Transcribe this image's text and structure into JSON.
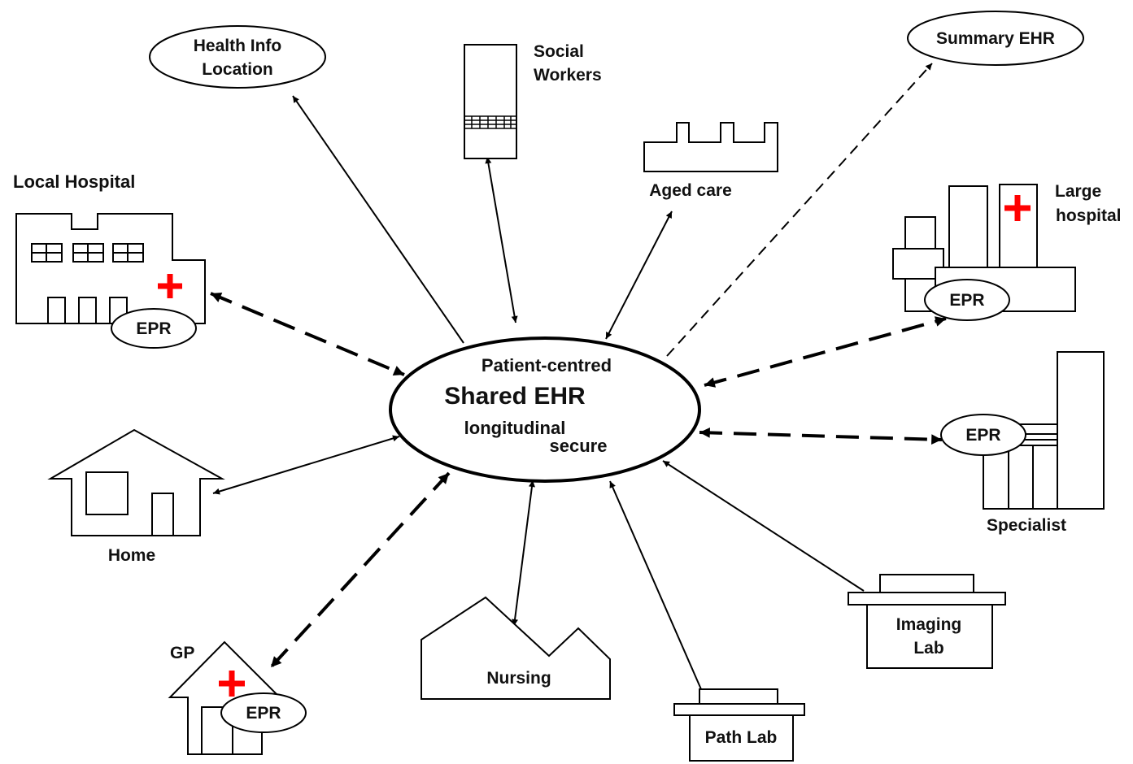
{
  "center": {
    "line1": "Patient-centred",
    "line2": "Shared EHR",
    "line3": "longitudinal",
    "line4": "secure"
  },
  "nodes": {
    "health_info_location": {
      "line1": "Health Info",
      "line2": "Location"
    },
    "social_workers": {
      "line1": "Social",
      "line2": "Workers"
    },
    "aged_care": {
      "label": "Aged care"
    },
    "summary_ehr": {
      "label": "Summary EHR"
    },
    "local_hospital": {
      "label": "Local Hospital",
      "epr": "EPR"
    },
    "large_hospital": {
      "line1": "Large",
      "line2": "hospital",
      "epr": "EPR"
    },
    "specialist": {
      "label": "Specialist",
      "epr": "EPR"
    },
    "home": {
      "label": "Home"
    },
    "gp": {
      "label": "GP",
      "epr": "EPR"
    },
    "nursing": {
      "label": "Nursing"
    },
    "path_lab": {
      "label": "Path Lab"
    },
    "imaging_lab": {
      "line1": "Imaging",
      "line2": "Lab"
    }
  },
  "colors": {
    "line": "#000000",
    "cross": "#ff0000",
    "background": "#ffffff"
  }
}
